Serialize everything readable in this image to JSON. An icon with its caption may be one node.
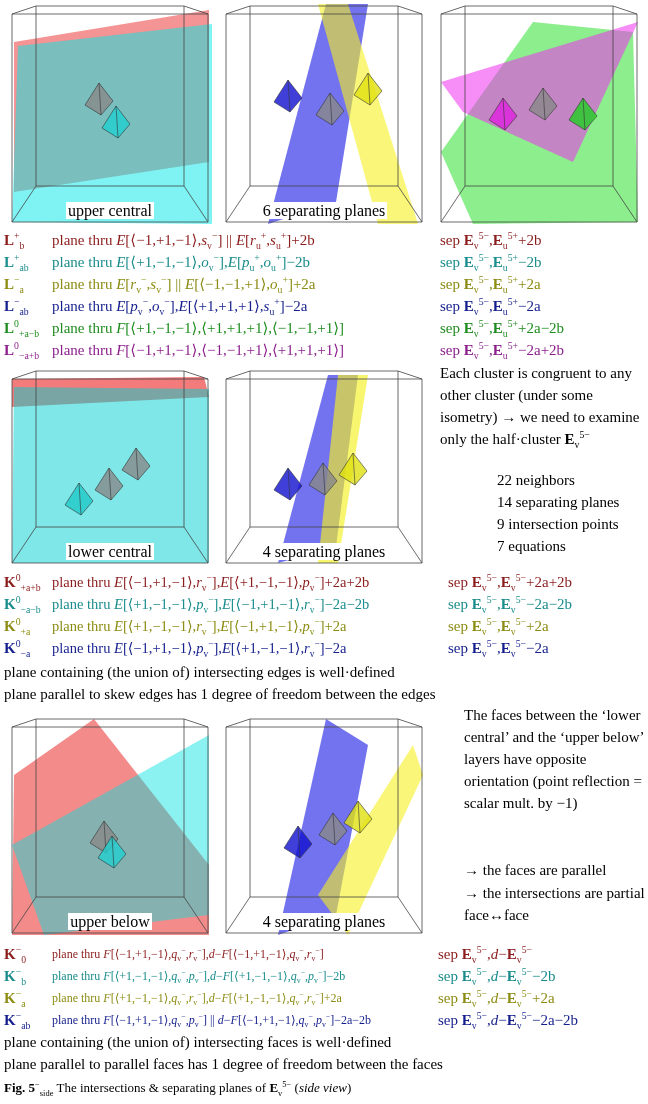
{
  "diagram": {
    "caption": "**Fig. 5**$^{−}$$_{side}$ The intersections & separating planes of **E**$_{v}$$^{5−}$ (*side view*)",
    "nodes": [
      {
        "text": [
          "upper central"
        ]
      },
      {
        "text": [
          "6 separating planes"
        ]
      },
      {
        "text": [],
        "shape": "picture"
      },
      {
        "text": [
          "lower central"
        ]
      },
      {
        "text": [
          "4 separating planes"
        ]
      },
      {
        "text": [
          "upper below"
        ]
      },
      {
        "text": [
          "4 separating planes"
        ]
      }
    ],
    "labels": [
      "**L**$^{+}$$_{b}$",
      "plane thru *E*[⟨−1,+1,−1⟩,*s*$_{v}$$^{−}$] || *E*[*r*$_{u}$$^{+}$,*s*$_{u}$$^{+}$]+2b",
      "sep **E**$_{v}$$^{5−}$,**E**$_{u}$$^{5+}$+2b",
      "**L**$^{+}$$_{ab}$",
      "plane thru *E*[⟨+1,−1,−1⟩,*o*$_{v}$$^{−}$],*E*[*p*$_{u}$$^{+}$,*o*$_{u}$$^{+}$]−2b",
      "sep **E**$_{v}$$^{5−}$,**E**$_{u}$$^{5+}$−2b",
      "**L**$^{−}$$_{a}$",
      "plane thru *E*[*r*$_{v}$$^{−}$,*s*$_{v}$$^{−}$] || *E*[⟨−1,−1,+1⟩,*o*$_{u}$$^{+}$]+2a",
      "sep **E**$_{v}$$^{5−}$,**E**$_{u}$$^{5+}$+2a",
      "**L**$^{−}$$_{ab}$",
      "plane thru *E*[*p*$_{v}$$^{−}$,*o*$_{v}$$^{−}$],*E*[⟨+1,+1,+1⟩,*s*$_{u}$$^{+}$]−2a",
      "sep **E**$_{v}$$^{5−}$,**E**$_{u}$$^{5+}$−2a",
      "**L**$^{0}$$_{+a−b}$",
      "plane thru *F*[⟨+1,−1,−1⟩,⟨+1,+1,+1⟩,⟨−1,−1,+1⟩]",
      "sep **E**$_{v}$$^{5−}$,**E**$_{u}$$^{5+}$+2a−2b",
      "**L**$^{0}$$_{−a+b}$",
      "plane thru *F*[⟨−1,+1,−1⟩,⟨−1,−1,+1⟩,⟨+1,+1,+1⟩]",
      "sep **E**$_{v}$$^{5−}$,**E**$_{u}$$^{5+}$−2a+2b",
      "Each cluster is congruent to any other cluster (under some isometry) → we need to examine only the half·cluster **E**$_{v}$$^{5−}$",
      "22 neighbors",
      "14 separating planes",
      "9 intersection points",
      "7 equations",
      "**K**$^{0}$$_{+a+b}$",
      "plane thru *E*[⟨−1,+1,−1⟩,*r*$_{v}$$^{−}$],*E*[⟨+1,−1,−1⟩,*p*$_{v}$$^{−}$]+2a+2b",
      "sep **E**$_{v}$$^{5−}$,**E**$_{v}$$^{5−}$+2a+2b",
      "**K**$^{0}$$_{−a−b}$",
      "plane thru *E*[⟨+1,−1,−1⟩,*p*$_{v}$$^{−}$],*E*[⟨−1,+1,−1⟩,*r*$_{v}$$^{−}$]−2a−2b",
      "sep **E**$_{v}$$^{5−}$,**E**$_{v}$$^{5−}$−2a−2b",
      "**K**$^{0}$$_{+a}$",
      "plane thru *E*[⟨+1,−1,−1⟩,*r*$_{v}$$^{−}$],*E*[⟨−1,+1,−1⟩,*p*$_{v}$$^{−}$]+2a",
      "sep **E**$_{v}$$^{5−}$,**E**$_{v}$$^{5−}$+2a",
      "**K**$^{0}$$_{−a}$",
      "plane thru *E*[⟨−1,+1,−1⟩,*p*$_{v}$$^{−}$],*E*[⟨+1,−1,−1⟩,*r*$_{v}$$^{−}$]−2a",
      "sep **E**$_{v}$$^{5−}$,**E**$_{v}$$^{5−}$−2a",
      "plane containing (the union of) intersecting edges is well·defined",
      "plane parallel to skew edges has 1 degree of freedom between the edges",
      "The faces between the ‘lower central’ and the ‘upper below’ layers have opposite orientation (point reflection = scalar mult. by −1)",
      "→ the faces are parallel",
      "→ the intersections are partial face↔face",
      "**K**$^{−}$$_{0}$",
      "plane thru *F*[⟨−1,+1,−1⟩,*q*$_{v}$$^{−}$,*r*$_{v}$$^{−}$],*d*−*F*[⟨−1,+1,−1⟩,*q*$_{v}$$^{−}$,*r*$_{v}$$^{−}$]",
      "sep **E**$_{v}$$^{5−}$,*d*−**E**$_{v}$$^{5−}$",
      "**K**$^{−}$$_{b}$",
      "plane thru *F*[⟨+1,−1,−1⟩,*q*$_{v}$$^{−}$,*p*$_{v}$$^{−}$],*d*−*F*[⟨+1,−1,−1⟩,*q*$_{v}$$^{−}$,*p*$_{v}$$^{−}$]−2b",
      "sep **E**$_{v}$$^{5−}$,*d*−**E**$_{v}$$^{5−}$−2b",
      "**K**$^{−}$$_{a}$",
      "plane thru *F*[⟨+1,−1,−1⟩,*q*$_{v}$$^{−}$,*r*$_{v}$$^{−}$],*d*−*F*[⟨+1,−1,−1⟩,*q*$_{v}$$^{−}$,*r*$_{v}$$^{−}$]+2a",
      "sep **E**$_{v}$$^{5−}$,*d*−**E**$_{v}$$^{5−}$+2a",
      "**K**$^{−}$$_{ab}$",
      "plane thru *F*[⟨−1,+1,−1⟩,*q*$_{v}$$^{−}$,*p*$_{v}$$^{−}$] || *d*−*F*[⟨−1,+1,−1⟩,*q*$_{v}$$^{−}$,*p*$_{v}$$^{−}$]−2a−2b",
      "sep **E**$_{v}$$^{5−}$,*d*−**E**$_{v}$$^{5−}$−2a−2b",
      "plane containing (the union of) intersecting faces is well·defined",
      "plane parallel to parallel faces has 1 degree of freedom between the faces"
    ]
  }
}
